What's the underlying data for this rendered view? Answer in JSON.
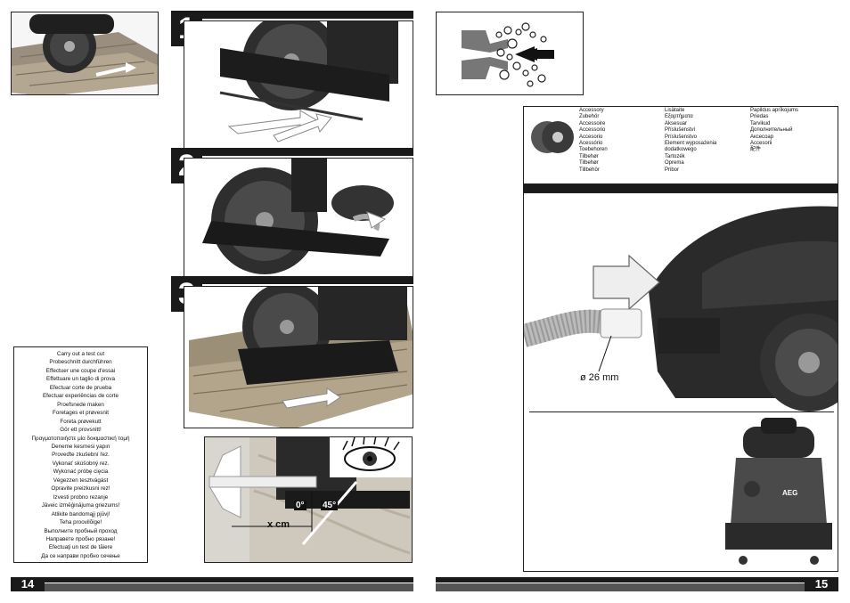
{
  "pages": {
    "left": "14",
    "right": "15"
  },
  "steps": [
    "1",
    "2",
    "3"
  ],
  "test_cut_languages": [
    "Carry out a test cut",
    "Probeschnitt durchführen",
    "Effectuer une coupe d'essai",
    "Effettuare un taglio di prova",
    "Efectuar corte de prueba",
    "Efectuar experiências de corte",
    "Proefsnede maken",
    "Foretages et prøvesnit",
    "Foreta prøvekutt",
    "Gör ett provsnitt!",
    "Πραγματοποιήστε μία δοκιμαστική τομή",
    "Deneme kesmesi yapın",
    "Proveďte zkušební řez.",
    "Vykonať skúšobný rez.",
    "Wykonać próbę cięcia",
    "Végezzen tesztvágást",
    "Opravite preizkusni rez!",
    "Izvesti probno rezanje",
    "Jāveic izmēģinājuma griezums!",
    "Atlikite bandomąjį pjūvį!",
    "Teha proovilõige!",
    "Выполните пробный проход",
    "Направете пробно рязане!",
    "Efectuaţi un test de tăiere",
    "Да се направи пробно сечење"
  ],
  "accessory_col1": [
    "Accessory",
    "Zubehör",
    "Accessoire",
    "Accessorio",
    "Accesorio",
    "Acessório",
    "Toebehoren",
    "Tilbehør",
    "Tilbehør",
    "Tillbehör"
  ],
  "accessory_col2": [
    "Lisätaite",
    "Εξαρτήματα",
    "Aksesuar",
    "Příslušenství",
    "Príslušenstvo",
    "Element wyposażenia dodatkowego",
    "Tartozék",
    "Oprema",
    "Pribor"
  ],
  "accessory_col3": [
    "Papildus aprīkojums",
    "Priedas",
    "Tarvikud",
    "Дополнительный",
    "Аксесоар",
    "Accesorii",
    "配件"
  ],
  "labels": {
    "x_cm": "x cm",
    "deg0": "0°",
    "deg45": "45°",
    "diameter": "ø 26 mm",
    "brand": "AEG"
  }
}
